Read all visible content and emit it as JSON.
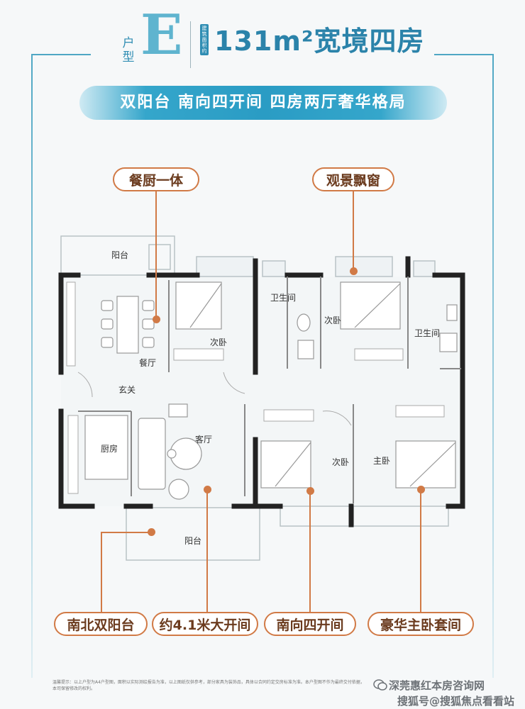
{
  "header": {
    "type_label_1": "户",
    "type_label_2": "型",
    "type_letter": "E",
    "area_tag": "建筑面积约",
    "headline": "131m²宽境四房"
  },
  "banner": {
    "text": "双阳台   南向四开间   四房两厅奢华格局"
  },
  "callouts": {
    "dining_kitchen": "餐厨一体",
    "bay_window": "观景飘窗",
    "dual_balcony": "南北双阳台",
    "big_opening": "约4.1米大开间",
    "south_four_bay": "南向四开间",
    "master_suite": "豪华主卧套间"
  },
  "rooms": {
    "north_balcony": "阳台",
    "dining": "餐厅",
    "secondary_bedroom_1": "次卧",
    "bathroom_1": "卫生间",
    "secondary_bedroom_2": "次卧",
    "bathroom_2": "卫生间",
    "foyer": "玄关",
    "kitchen": "厨房",
    "living": "客厅",
    "secondary_bedroom_3": "次卧",
    "master_bedroom": "主卧",
    "south_balcony": "阳台"
  },
  "footer": {
    "note": "温馨提示：以上户型为A4户型图，面积以实际测绘报告为准，以上图纸仅供参考，部分家具为装饰品，具体以合同约定交房标准为准。本户型图不作为最终交付依据，本司保留修改的权利。"
  },
  "watermark": {
    "line1": "深莞惠红本房咨询网",
    "line2": "搜狐号@搜狐焦点看看站"
  },
  "colors": {
    "brand_blue": "#2b83aa",
    "accent_orange": "#d17a46",
    "wall": "#222222"
  }
}
